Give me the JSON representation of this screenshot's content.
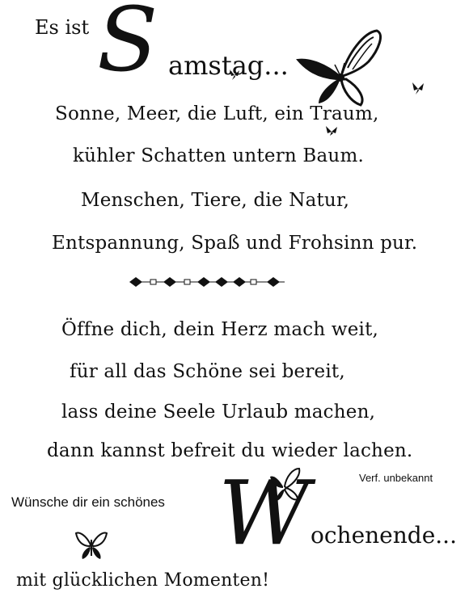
{
  "header": {
    "es_ist": "Es ist",
    "samstag_initial": "S",
    "samstag_rest": "amstag..."
  },
  "poem": {
    "stanza1": [
      "Sonne, Meer, die Luft, ein Traum,",
      "kühler Schatten untern Baum.",
      "Menschen, Tiere, die Natur,",
      "Entspannung, Spaß und Frohsinn pur."
    ],
    "stanza2": [
      "Öffne dich, dein Herz mach weit,",
      "für all das Schöne sei bereit,",
      "lass deine Seele Urlaub machen,",
      "dann kannst befreit du wieder lachen."
    ],
    "author": "Verf. unbekannt"
  },
  "footer": {
    "wish_line": "Wünsche dir ein schönes",
    "wochenende_initial": "W",
    "wochenende_rest": "ochenende...",
    "closing": "mit glücklichen Momenten!"
  },
  "decor": {
    "butterfly_icon": "butterfly-icon",
    "divider_icon": "diamond-divider-icon",
    "ink_color": "#111111"
  }
}
